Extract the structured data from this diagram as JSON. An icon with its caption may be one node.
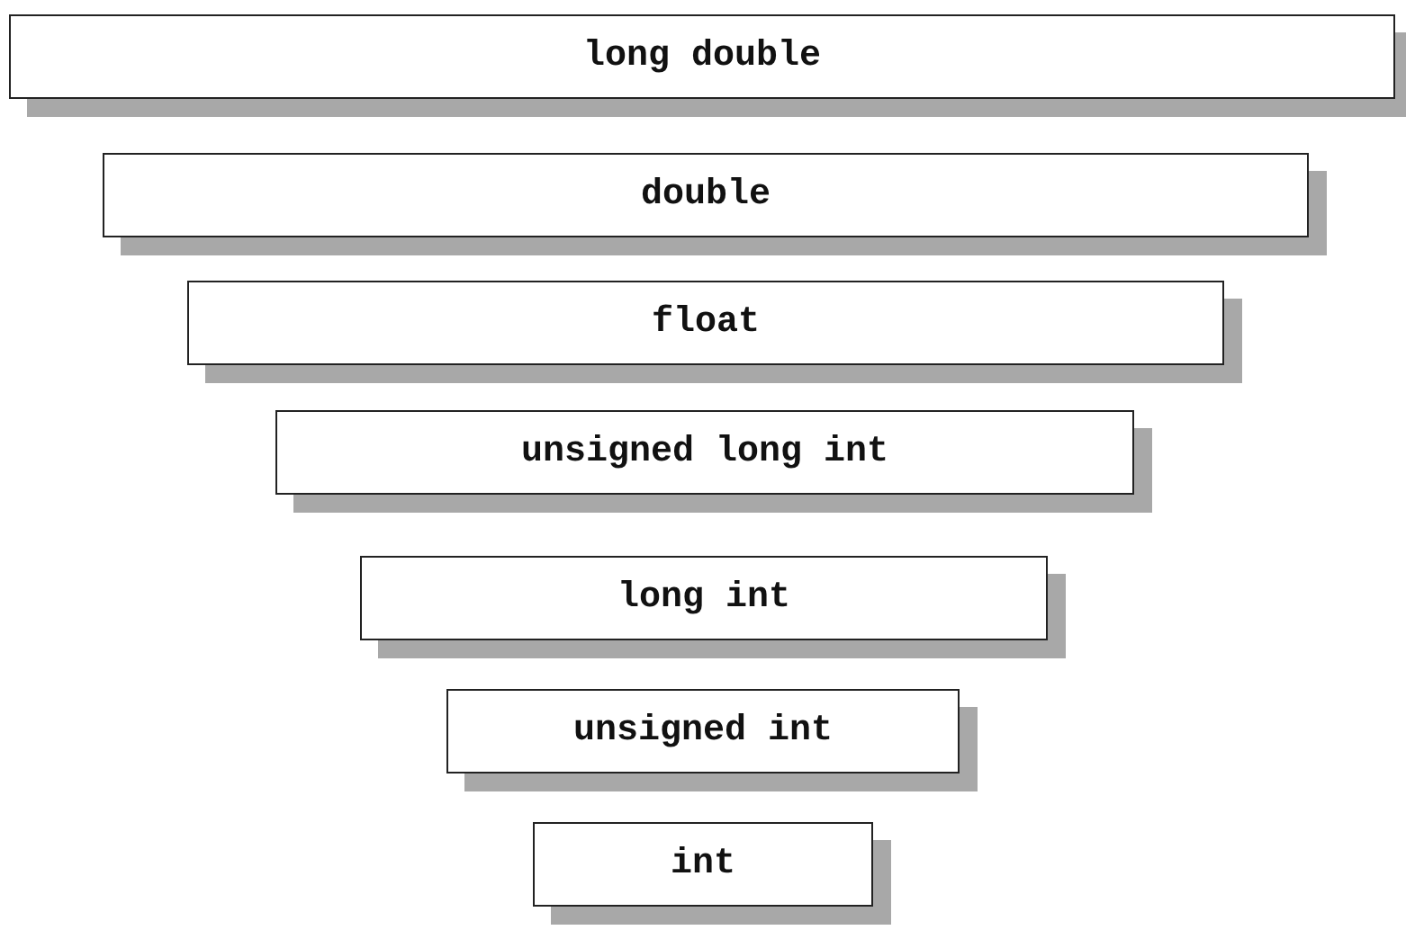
{
  "diagram": {
    "nodes": [
      {
        "text": [
          "long double"
        ]
      },
      {
        "text": [
          "double"
        ]
      },
      {
        "text": [
          "float"
        ]
      },
      {
        "text": [
          "unsigned long int"
        ]
      },
      {
        "text": [
          "long int"
        ]
      },
      {
        "text": [
          "unsigned int"
        ]
      },
      {
        "text": [
          "int"
        ]
      }
    ]
  }
}
